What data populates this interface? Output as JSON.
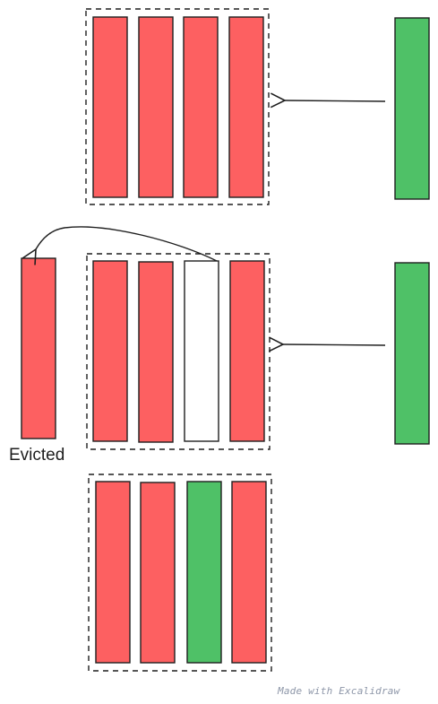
{
  "diagram": {
    "colors": {
      "resident": "#fd6061",
      "incoming": "#4fc167",
      "empty": "#ffffff",
      "stroke": "#1e1e1e"
    },
    "stages": [
      {
        "id": "full-cache",
        "slots": [
          "resident",
          "resident",
          "resident",
          "resident"
        ],
        "incoming": "incoming",
        "arrow": "incoming-to-cache"
      },
      {
        "id": "eviction",
        "slots": [
          "resident",
          "resident",
          "empty",
          "resident"
        ],
        "incoming": "incoming",
        "arrow": "incoming-to-cache",
        "evicted": "resident",
        "evicted_label": "Evicted"
      },
      {
        "id": "after-insert",
        "slots": [
          "resident",
          "resident",
          "incoming",
          "resident"
        ]
      }
    ]
  },
  "watermark": "Made with Excalidraw"
}
